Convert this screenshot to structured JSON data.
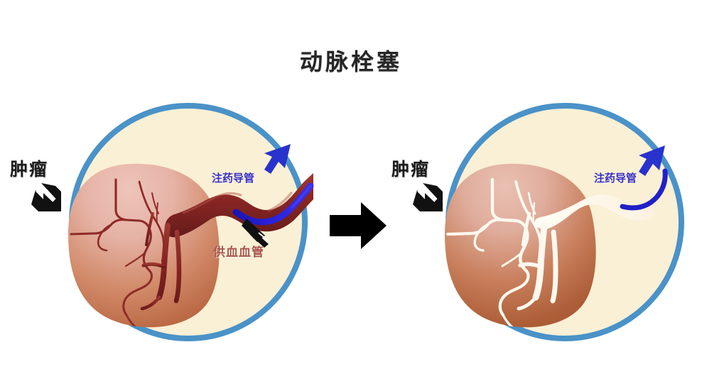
{
  "title": "动脉栓塞",
  "colors": {
    "background": "#ffffff",
    "ring_blue": "#4a92c8",
    "circle_fill": "#faf0d5",
    "tumor_light": "#e8b8ae",
    "tumor_dark": "#b3603c",
    "tumor_right_light": "#e3b7a8",
    "tumor_right_dark": "#a85533",
    "vessel_red": "#8e2a28",
    "vessel_red_light": "#a83a33",
    "catheter_blue": "#2020c8",
    "arrow_blue": "#2733cc",
    "embolic_white": "#fdf8ee",
    "label_black": "#1c1c1c",
    "label_purple": "#3b2fbe",
    "label_maroon": "#a8564c",
    "center_arrow": "#000000"
  },
  "panels": [
    {
      "id": "before",
      "name": "pre-embolization",
      "labels": {
        "tumor": "肿瘤",
        "catheter": "注药导管",
        "feeding_vessel": "供血血管"
      },
      "icons": {
        "tumor_pointer": "striped-arrow-down-right-icon",
        "catheter_pointer": "blue-arrow-down-left-icon",
        "vessel_pointer": "small-arrow-up-left-icon"
      }
    },
    {
      "id": "after",
      "name": "post-embolization",
      "labels": {
        "tumor": "肿瘤",
        "catheter": "注药导管"
      },
      "icons": {
        "tumor_pointer": "striped-arrow-down-right-icon",
        "catheter_pointer": "blue-arrow-down-left-icon"
      }
    }
  ],
  "transition": {
    "icon": "right-arrow-icon"
  }
}
